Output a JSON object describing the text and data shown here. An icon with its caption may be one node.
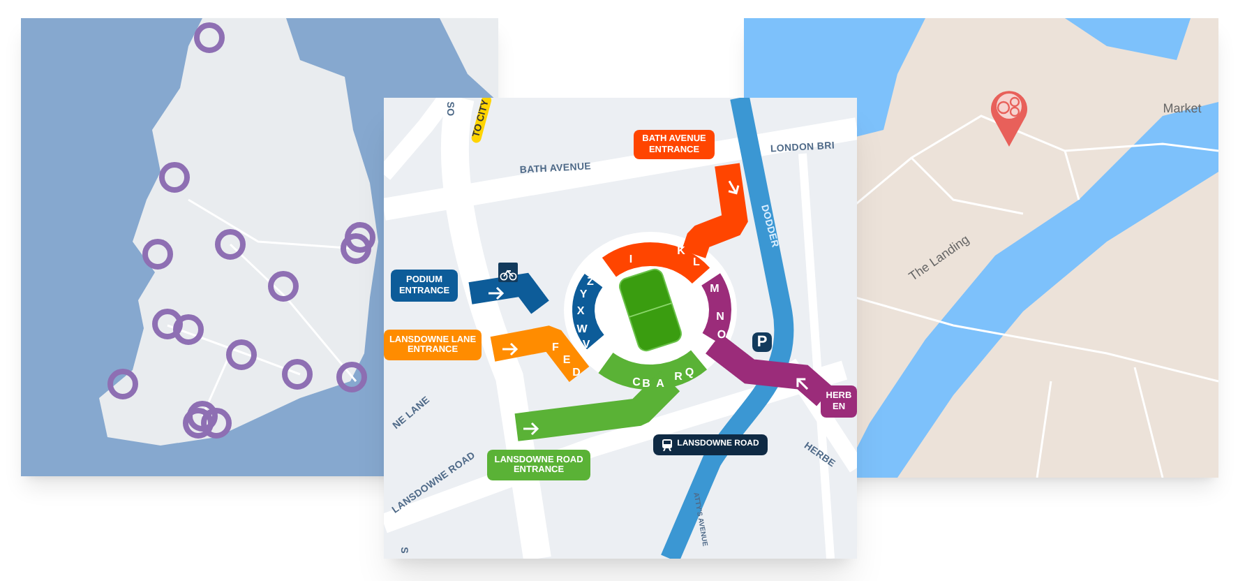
{
  "diagram": {
    "nodes": [
      {
        "text": [
          "BATH AVENUE ENTRANCE"
        ]
      },
      {
        "text": [
          "PODIUM ENTRANCE"
        ]
      },
      {
        "text": [
          "LANSDOWNE LANE ENTRANCE"
        ]
      },
      {
        "text": [
          "LANSDOWNE ROAD ENTRANCE"
        ]
      },
      {
        "text": [
          "LANSDOWNE ROAD"
        ]
      },
      {
        "text": [
          "HERB EN"
        ]
      }
    ],
    "labels": [
      "SO",
      "TO CITY",
      "BATH AVENUE",
      "LONDON BRI",
      "DODDER",
      "I",
      "K",
      "L",
      "Z",
      "Y",
      "X",
      "W",
      "V",
      "M",
      "N",
      "O",
      "P",
      "F",
      "E",
      "D",
      "C",
      "B",
      "A",
      "R",
      "Q",
      "NE LANE",
      "LANSDOWNE ROAD",
      "HERBE",
      "ATTY'S AVENUE",
      "S",
      "Market",
      "The Landing"
    ]
  }
}
